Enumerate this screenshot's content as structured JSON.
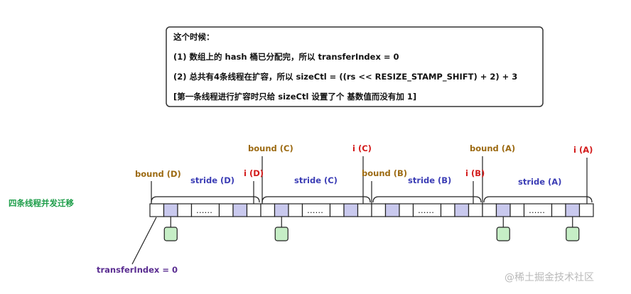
{
  "note": {
    "lines": [
      "这个时候：",
      "(1) 数组上的 hash 桶已分配完，所以 transferIndex = 0",
      "(2) 总共有4条线程在扩容，所以 sizeCtl = ((rs << RESIZE_STAMP_SHIFT) + 2) + 3",
      "[第一条线程进行扩容时只给 sizeCtl 设置了个 基数值而没有加 1]"
    ]
  },
  "side_label": "四条线程并发迁移",
  "transfer_label": "transferIndex = 0",
  "ellipsis": "……",
  "threads": [
    {
      "id": "D",
      "bound": "bound (D)",
      "stride": "stride (D)",
      "i": "i (D)"
    },
    {
      "id": "C",
      "bound": "bound (C)",
      "stride": "stride (C)",
      "i": "i (C)"
    },
    {
      "id": "B",
      "bound": "bound (B)",
      "stride": "stride (B)",
      "i": "i (B)"
    },
    {
      "id": "A",
      "bound": "bound (A)",
      "stride": "stride (A)",
      "i": "i (A)"
    }
  ],
  "watermark": "@稀土掘金技术社区",
  "colors": {
    "bound": "#9c6a12",
    "stride": "#3b3db5",
    "index": "#d31a1a",
    "side_label": "#1e9e4a",
    "transfer": "#5a2d91",
    "bucket_fill": "#c9c9ee",
    "node_fill": "#c6eec6"
  }
}
